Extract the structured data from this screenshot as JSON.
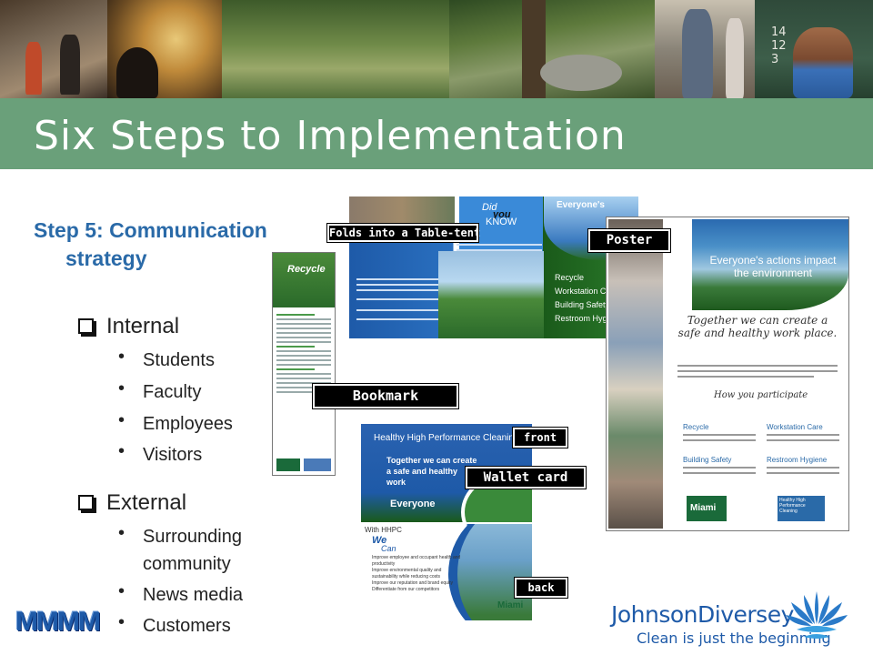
{
  "slide": {
    "title": "Six Steps to Implementation",
    "step": {
      "line1": "Step 5:   Communication",
      "line2": "strategy"
    },
    "internal": {
      "heading": "Internal",
      "items": [
        "Students",
        "Faculty",
        "Employees",
        "Visitors"
      ]
    },
    "external": {
      "heading": "External",
      "items": [
        "Surrounding",
        "community",
        "News media",
        "Customers"
      ]
    }
  },
  "mockups": {
    "callouts": {
      "table_tent": "Folds into a Table-tent",
      "poster": "Poster",
      "bookmark": "Bookmark",
      "front": "front",
      "wallet_card": "Wallet card",
      "back": "back"
    },
    "bookmark_text": {
      "title": "Recycle"
    },
    "table_tent_text": {
      "did": "Did",
      "you": "you",
      "know": "KNOW",
      "tent_right": "Everyone's",
      "items": [
        "Recycle",
        "Workstation Care",
        "Building Safety",
        "Restroom Hygiene"
      ]
    },
    "poster_text": {
      "headline": "Everyone's actions impact the environment",
      "subhead": "Together we can create a safe and healthy work place.",
      "how": "How you participate",
      "sections": [
        "Recycle",
        "Workstation Care",
        "Building Safety",
        "Restroom Hygiene"
      ],
      "logo1": "Miami",
      "logo2": "Healthy High Performance Cleaning"
    },
    "wallet_front_text": {
      "title": "Healthy High Performance Cleaning",
      "body": "Together we can create a safe and healthy work",
      "everyone": "Everyone"
    },
    "wallet_back_text": {
      "with": "With HHPC",
      "we": "We",
      "can": "Can",
      "lines": [
        "Improve employee and occupant health and productivity",
        "Improve environmental quality and sustainability while reducing costs",
        "Improve our reputation and brand equity",
        "Differentiate from our competitors"
      ],
      "logo": "Miami"
    }
  },
  "footer": {
    "left_logo": "MMMM",
    "brand": "JohnsonDiversey",
    "tagline": "Clean is just the beginning"
  },
  "banner_chalk": [
    "14",
    "12",
    "3"
  ],
  "colors": {
    "title_band": "#6aa07a",
    "step_blue": "#2a6aa8",
    "brand_blue": "#1e5aa8"
  }
}
